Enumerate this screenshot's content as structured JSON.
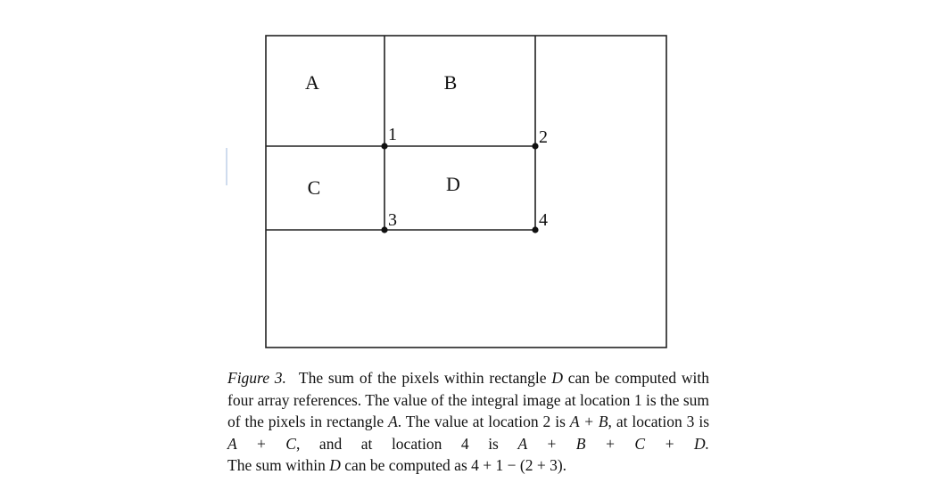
{
  "figure": {
    "regions": [
      "A",
      "B",
      "C",
      "D"
    ],
    "points": [
      "1",
      "2",
      "3",
      "4"
    ]
  },
  "caption": {
    "figure_label": "Figure 3.",
    "lines": [
      "The sum of the pixels within rectangle",
      "can be computed",
      "with four array references. The value of the integral image at location",
      "1 is the sum of the pixels in rectangle",
      ". The value at location 2 is",
      ", at location 3 is",
      ", and at location 4 is",
      "The sum within",
      "can be computed as 4 + 1 − (2 + 3)."
    ],
    "vars": {
      "D": "D",
      "A": "A",
      "A_plus_B": "A + B",
      "A_plus_C": "A + C",
      "A_plus_B_plus_C_plus_D": "A + B + C + D."
    }
  }
}
